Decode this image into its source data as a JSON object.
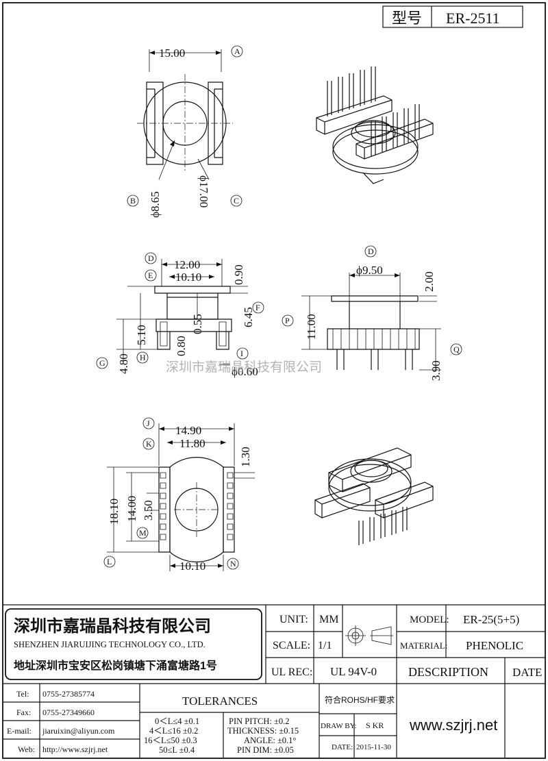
{
  "model_box": {
    "label": "型号",
    "value": "ER-2511"
  },
  "dims": {
    "d1500": "15.00",
    "d865": "ϕ8.65",
    "d1700": "ϕ17.00",
    "d1200": "12.00",
    "d1010a": "10.10",
    "d090": "0.90",
    "d645": "6.45",
    "d055": "0.55",
    "d510": "5.10",
    "d480": "4.80",
    "d080": "0.80",
    "d060": "ϕ0.60",
    "d950": "ϕ9.50",
    "d200": "2.00",
    "d1100": "11.00",
    "d390": "3.90",
    "d1490": "14.90",
    "d1180": "11.80",
    "d130": "1.30",
    "d1810": "18.10",
    "d1400": "14.00",
    "d350": "3.50",
    "d1010b": "10.10"
  },
  "markers": [
    "A",
    "B",
    "C",
    "D",
    "E",
    "F",
    "G",
    "H",
    "I",
    "D",
    "P",
    "Q",
    "J",
    "K",
    "M",
    "L",
    "N"
  ],
  "watermark": "深圳市嘉瑞晶科技有限公司",
  "company": {
    "name_cn": "深圳市嘉瑞晶科技有限公司",
    "name_en": "SHENZHEN JIARUIJING TECHNOLOGY CO., LTD.",
    "address": "地址深圳市宝安区松岗镇塘下涌富塘路1号"
  },
  "title_block": {
    "unit_label": "UNIT:",
    "unit_value": "MM",
    "scale_label": "SCALE:",
    "scale_value": "1/1",
    "model_label": "MODEL:",
    "model_value": "ER-25(5+5)",
    "material_label": "MATERIAL:",
    "material_value": "PHENOLIC",
    "ulrec_label": "UL REC:",
    "ulrec_value": "UL 94V-0",
    "description_label": "DESCRIPTION",
    "date_header": "DATE",
    "tel_label": "Tel:",
    "tel_value": "0755-27385774",
    "fax_label": "Fax:",
    "fax_value": "0755-27349660",
    "email_label": "E-mail:",
    "email_value": "jiaruixin@aliyun.com",
    "web_label": "Web:",
    "web_value": "http://www.szjrj.net",
    "tolerances_title": "TOLERANCES",
    "tolerance_rows": [
      "0＜L≤4 ±0.1",
      "4＜L≤16 ±0.2",
      "16＜L≤50 ±0.3",
      "50≤L ±0.4"
    ],
    "pin_rows": [
      "PIN PITCH: ±0.2",
      "THICKNESS: ±0.15",
      "ANGLE: ±0.1°",
      "PIN DIM: ±0.05"
    ],
    "rohs": "符合ROHS/HF要求",
    "drawby_label": "DRAW BY:",
    "drawby_value": "S KR",
    "date_label": "DATE:",
    "date_value": "2015-11-30",
    "website_big": "www.szjrj.net"
  }
}
